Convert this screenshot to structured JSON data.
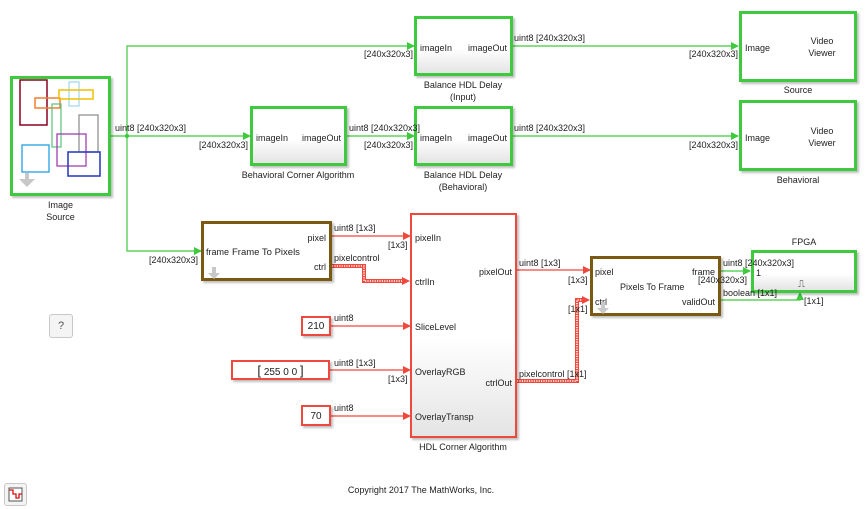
{
  "blocks": {
    "image_source": {
      "name_line1": "Image",
      "name_line2": "Source"
    },
    "balance_input": {
      "port_in": "imageIn",
      "port_out": "imageOut",
      "name_line1": "Balance HDL Delay",
      "name_line2": "(Input)"
    },
    "balance_behavioral": {
      "port_in": "imageIn",
      "port_out": "imageOut",
      "name_line1": "Balance HDL Delay",
      "name_line2": "(Behavioral)"
    },
    "behavioral_corner": {
      "port_in": "imageIn",
      "port_out": "imageOut",
      "name": "Behavioral Corner Algorithm"
    },
    "viewer_source": {
      "port_in": "Image",
      "body_line1": "Video",
      "body_line2": "Viewer",
      "name": "Source"
    },
    "viewer_behavioral": {
      "port_in": "Image",
      "body_line1": "Video",
      "body_line2": "Viewer",
      "name": "Behavioral"
    },
    "frame_to_pixels": {
      "port_in": "frame",
      "title": "Frame To Pixels",
      "port_out1": "pixel",
      "port_out2": "ctrl"
    },
    "hdl_corner": {
      "ports_in": [
        "pixelIn",
        "ctrlIn",
        "SliceLevel",
        "OverlayRGB",
        "OverlayTransp"
      ],
      "port_out1": "pixelOut",
      "port_out2": "ctrlOut",
      "name": "HDL Corner Algorithm"
    },
    "const_slice": {
      "value": "210"
    },
    "const_rgb": {
      "value": "255 0 0"
    },
    "const_transp": {
      "value": "70"
    },
    "pixels_to_frame": {
      "port_in1": "pixel",
      "port_in2": "ctrl",
      "title": "Pixels To Frame",
      "port_out1": "frame",
      "port_out2": "validOut"
    },
    "fpga": {
      "name": "FPGA",
      "port_in": "1",
      "enable_symbol": "⎍"
    }
  },
  "signals": {
    "src_out": "uint8 [240x320x3]",
    "dim_240": "[240x320x3]",
    "beh_out": "uint8 [240x320x3]",
    "bal_in_out": "uint8 [240x320x3]",
    "bal_beh_out": "uint8 [240x320x3]",
    "f2p_pixel": "uint8 [1x3]",
    "dim_1x3": "[1x3]",
    "f2p_ctrl": "pixelcontrol",
    "slice": "uint8",
    "rgb": "uint8 [1x3]",
    "transp": "uint8",
    "pix_out": "uint8 [1x3]",
    "ctrl_out": "pixelcontrol [1x1]",
    "dim_1x1": "[1x1]",
    "frame_out": "uint8 [240x320x3]",
    "valid_out": "boolean [1x1]"
  },
  "help_button": {
    "label": "?"
  },
  "copyright": "Copyright 2017 The MathWorks, Inc.",
  "colors": {
    "behavioral": "#3fc93f",
    "hdl": "#f0483c",
    "subsystem": "#7a5a12"
  }
}
